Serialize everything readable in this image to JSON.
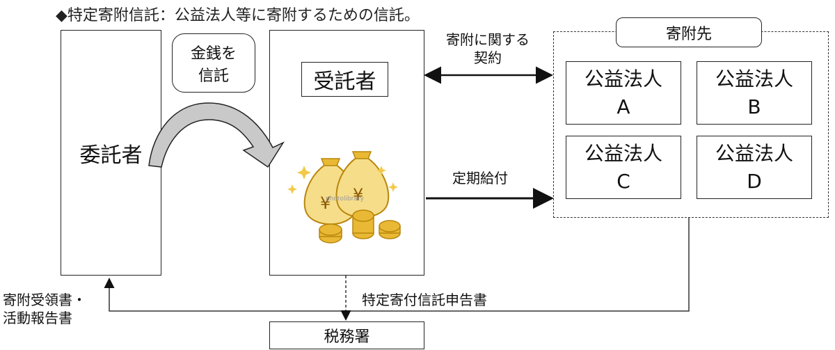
{
  "title": "◆特定寄附信託：公益法人等に寄附するための信託。",
  "truster": {
    "label": "委託者"
  },
  "money_bubble": {
    "line1": "金銭を",
    "line2": "信託"
  },
  "trustee": {
    "label": "受託者"
  },
  "recipients": {
    "header": "寄附先",
    "items": [
      {
        "name": "公益法人",
        "letter": "A"
      },
      {
        "name": "公益法人",
        "letter": "B"
      },
      {
        "name": "公益法人",
        "letter": "C"
      },
      {
        "name": "公益法人",
        "letter": "D"
      }
    ]
  },
  "contract_label": {
    "line1": "寄附に関する",
    "line2": "契約"
  },
  "payment_label": "定期給付",
  "receipt_label": {
    "line1": "寄附受領書・",
    "line2": "活動報告書"
  },
  "declaration_label": "特定寄付信託申告書",
  "tax_office": {
    "label": "税務署"
  },
  "watermark": "photolibrary",
  "colors": {
    "coin": "#e9b935",
    "coin_dark": "#b8860b",
    "bag": "#f6dd8a",
    "curve_arrow": "#c9c9c9"
  }
}
